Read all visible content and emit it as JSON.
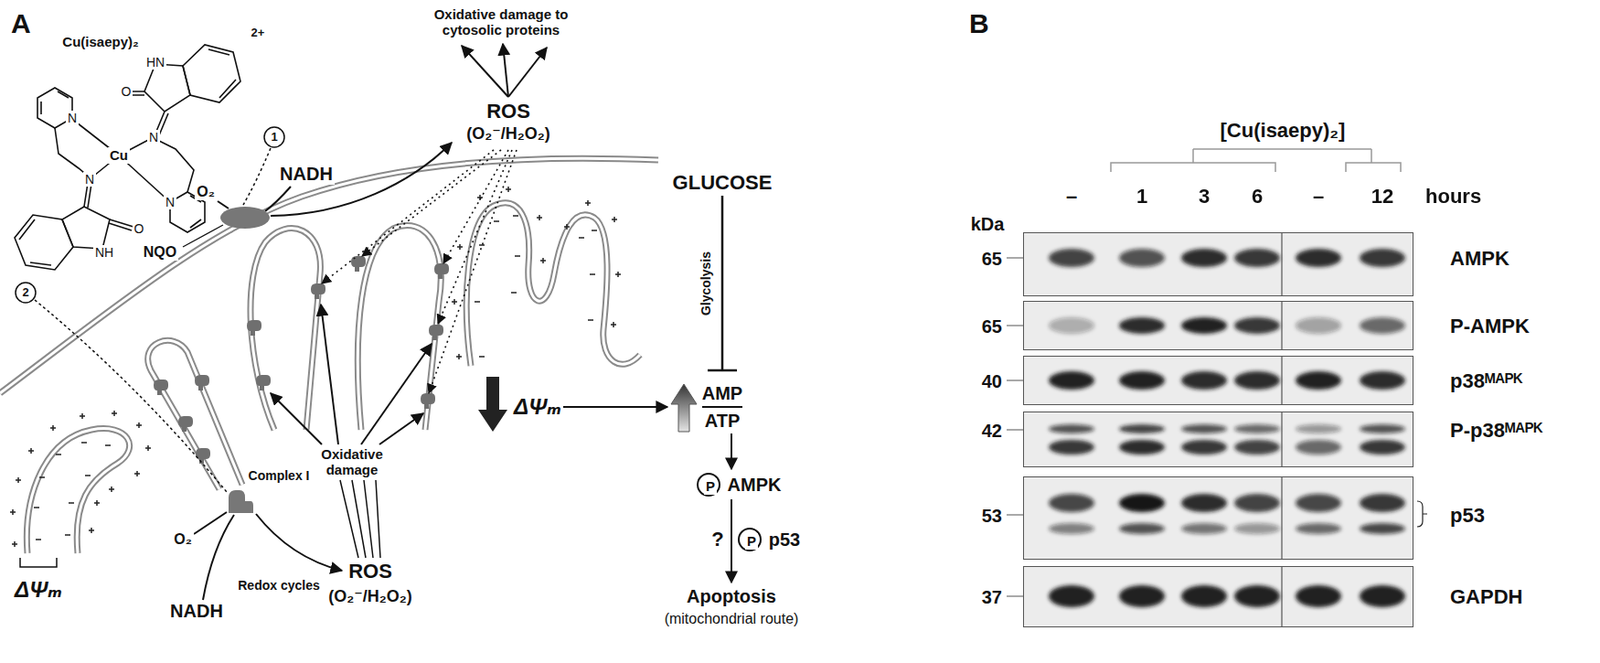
{
  "diagram": {
    "nodes": [
      {
        "text": [
          "NQO"
        ]
      },
      {
        "text": [
          "Complex I"
        ]
      },
      {
        "text": [
          "P"
        ]
      },
      {
        "text": [
          "P"
        ]
      },
      {
        "text": [
          "65",
          "AMPK"
        ]
      },
      {
        "text": [
          "65",
          "P-AMPK"
        ]
      },
      {
        "text": [
          "40",
          "p38ᴹᴬᴾᴷ"
        ]
      },
      {
        "text": [
          "42",
          "P-p38ᴹᴬᴾᴷ"
        ]
      },
      {
        "text": [
          "53",
          "p53"
        ]
      },
      {
        "text": [
          "37",
          "GAPDH"
        ]
      }
    ],
    "labels": [
      "A",
      "Oxidative damage to cytosolic proteins",
      "Cu(isaepy)₂",
      "2+",
      "1",
      "2",
      "NADH",
      "ROS",
      "(O₂⁻/H₂O₂)",
      "O₂",
      "HN",
      "O",
      "N",
      "Cu",
      "N",
      "N",
      "N",
      "O",
      "NH",
      "GLUCOSE",
      "Glycolysis",
      "ΔΨₘ",
      "AMP",
      "ATP",
      "AMPK",
      "?",
      "p53",
      "Apoptosis",
      "(mitochondrial route)",
      "Oxidative damage",
      "O₂",
      "NADH",
      "Redox cycles",
      "ROS",
      "(O₂⁻/H₂O₂)",
      "ΔΨₘ",
      "B",
      "[Cu(isaepy)₂]",
      "–",
      "1",
      "3",
      "6",
      "–",
      "12",
      "hours",
      "kDa"
    ]
  }
}
